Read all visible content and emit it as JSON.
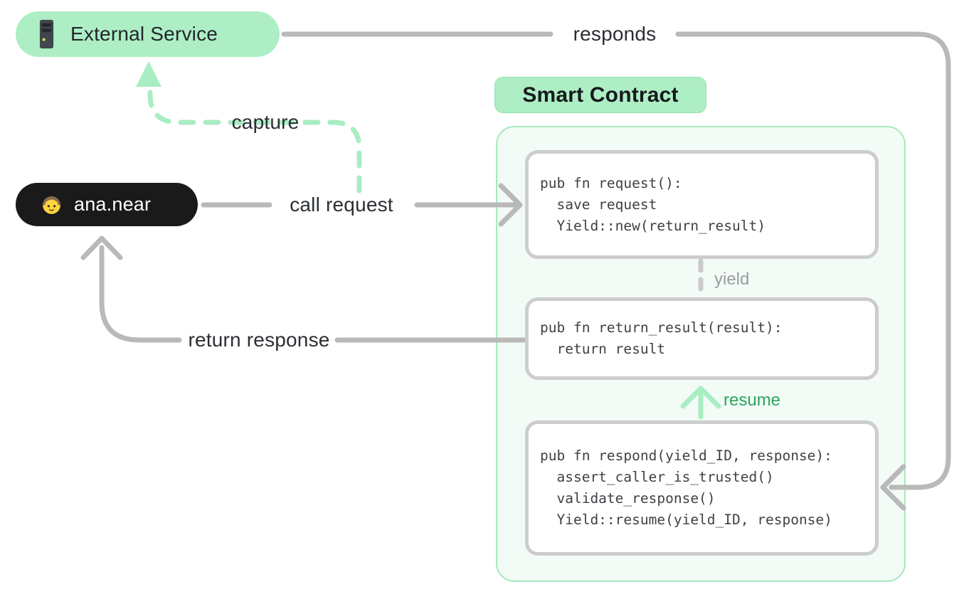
{
  "nodes": {
    "external_service": {
      "label": "External Service",
      "icon": "server-icon",
      "bg": "#aeeec5"
    },
    "user": {
      "label": "ana.near",
      "icon": "person-icon",
      "bg": "#1a1a1a"
    },
    "smart_contract": {
      "label": "Smart Contract",
      "bg": "#aeeec5"
    }
  },
  "edge_labels": {
    "responds": "responds",
    "call_request": "call request",
    "return_response": "return response",
    "capture": "capture",
    "yield": "yield",
    "resume": "resume"
  },
  "code_blocks": [
    {
      "name": "request",
      "lines": [
        "pub fn request():",
        "  save request",
        "  Yield::new(return_result)"
      ]
    },
    {
      "name": "return_result",
      "lines": [
        "pub fn return_result(result):",
        "  return result"
      ]
    },
    {
      "name": "respond",
      "lines": [
        "pub fn respond(yield_ID, response):",
        "  assert_caller_is_trusted()",
        "  validate_response()",
        "  Yield::resume(yield_ID, response)"
      ]
    }
  ],
  "colors": {
    "green_fill": "#aeeec5",
    "green_accent": "#a9edc3",
    "green_text": "#29a55d",
    "container_bg": "#f2fbf5",
    "container_border": "#a5eabb",
    "gray_line": "#b9b9b9",
    "block_border": "#cdcdcd",
    "code_text": "#3e4246",
    "muted_text": "#9d9d9d",
    "dark_text": "#2b2f33",
    "user_pill_bg": "#1a1a1a"
  }
}
